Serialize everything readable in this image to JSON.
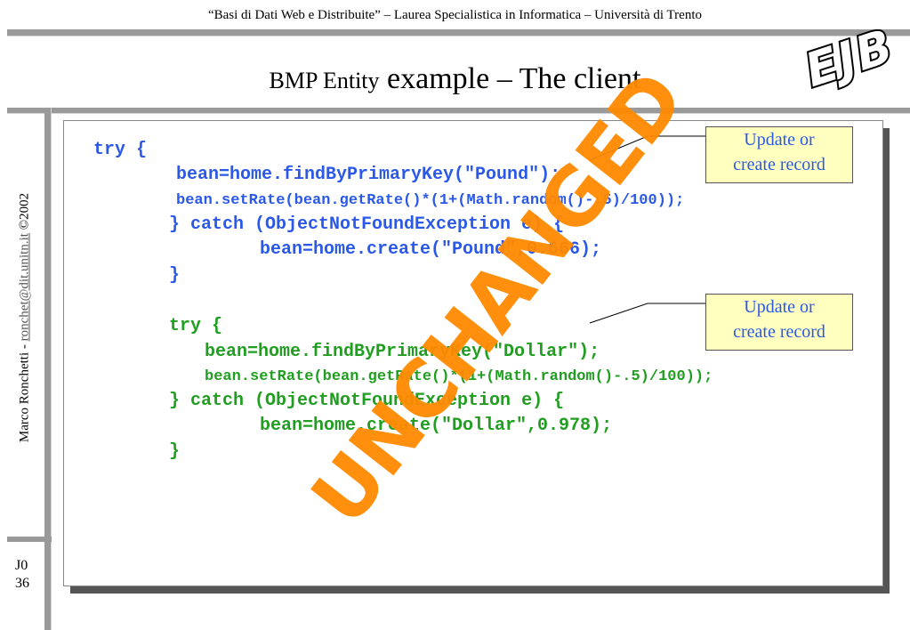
{
  "header": {
    "course": "“Basi di Dati Web e Distribuite” – Laurea Specialistica in Informatica – Università di Trento",
    "title_small": "BMP Entity",
    "title_large": " example – The client",
    "logo": "EJB"
  },
  "sidebar": {
    "author": "Marco Ronchetti",
    "separator": "  -  ",
    "email": "ronchet@dit.unitn.it",
    "copyright": "  ©2002",
    "page_line1": "J0",
    "page_line2": "36"
  },
  "code": {
    "block1": [
      "try {",
      "bean=home.findByPrimaryKey(\"Pound\");",
      "bean.setRate(bean.getRate()*(1+(Math.random()-.5)/100));",
      "} catch (ObjectNotFoundException e) {",
      "bean=home.create(\"Pound\",0.666);",
      "}"
    ],
    "block2": [
      "try {",
      "bean=home.findByPrimaryKey(\"Dollar\");",
      "bean.setRate(bean.getRate()*(1+(Math.random()-.5)/100));",
      "} catch (ObjectNotFoundException e) {",
      "bean=home.create(\"Dollar\",0.978);",
      "}"
    ]
  },
  "callouts": [
    {
      "line1": "Update or",
      "line2": "create record"
    },
    {
      "line1": "Update or",
      "line2": "create record"
    }
  ],
  "stamp": "UNCHANGED",
  "colors": {
    "code_blue": "#2a58e8",
    "code_green": "#1f9e1f",
    "stamp": "#ff8a00",
    "callout_bg": "#ffffc0"
  }
}
